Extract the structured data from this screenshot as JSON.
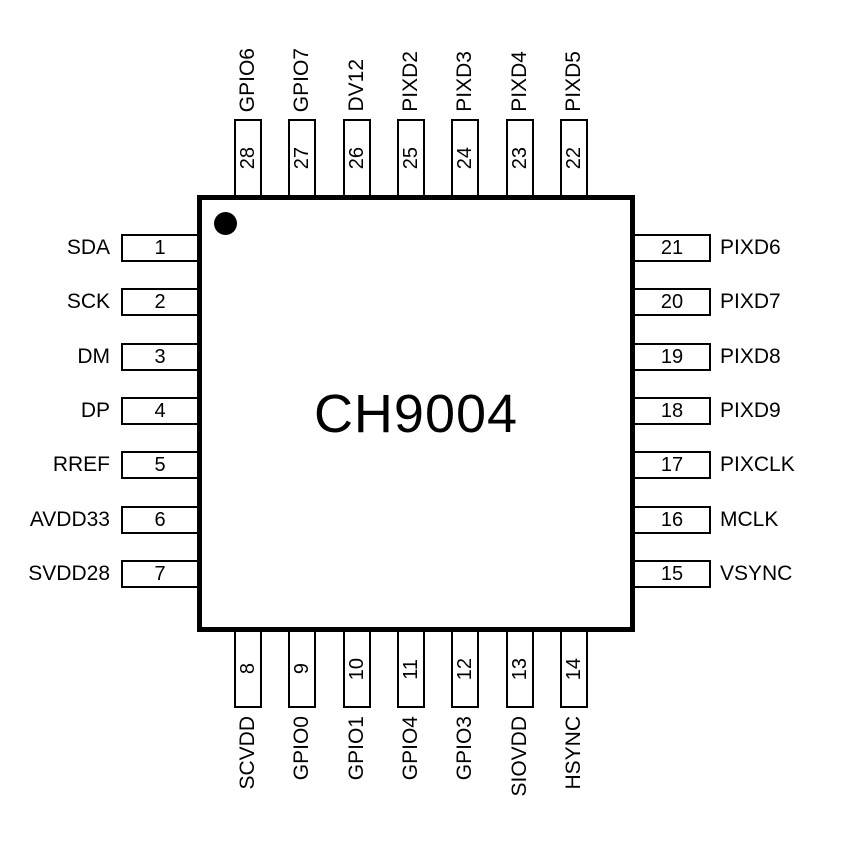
{
  "chip": {
    "label": "CH9004"
  },
  "pins": {
    "left": [
      {
        "number": "1",
        "label": "SDA"
      },
      {
        "number": "2",
        "label": "SCK"
      },
      {
        "number": "3",
        "label": "DM"
      },
      {
        "number": "4",
        "label": "DP"
      },
      {
        "number": "5",
        "label": "RREF"
      },
      {
        "number": "6",
        "label": "AVDD33"
      },
      {
        "number": "7",
        "label": "SVDD28"
      }
    ],
    "right": [
      {
        "number": "21",
        "label": "PIXD6"
      },
      {
        "number": "20",
        "label": "PIXD7"
      },
      {
        "number": "19",
        "label": "PIXD8"
      },
      {
        "number": "18",
        "label": "PIXD9"
      },
      {
        "number": "17",
        "label": "PIXCLK"
      },
      {
        "number": "16",
        "label": "MCLK"
      },
      {
        "number": "15",
        "label": "VSYNC"
      }
    ],
    "top": [
      {
        "number": "28",
        "label": "GPIO6"
      },
      {
        "number": "27",
        "label": "GPIO7"
      },
      {
        "number": "26",
        "label": "DV12"
      },
      {
        "number": "25",
        "label": "PIXD2"
      },
      {
        "number": "24",
        "label": "PIXD3"
      },
      {
        "number": "23",
        "label": "PIXD4"
      },
      {
        "number": "22",
        "label": "PIXD5"
      }
    ],
    "bottom": [
      {
        "number": "8",
        "label": "SCVDD"
      },
      {
        "number": "9",
        "label": "GPIO0"
      },
      {
        "number": "10",
        "label": "GPIO1"
      },
      {
        "number": "11",
        "label": "GPIO4"
      },
      {
        "number": "12",
        "label": "GPIO3"
      },
      {
        "number": "13",
        "label": "SIOVDD"
      },
      {
        "number": "14",
        "label": "HSYNC"
      }
    ]
  }
}
